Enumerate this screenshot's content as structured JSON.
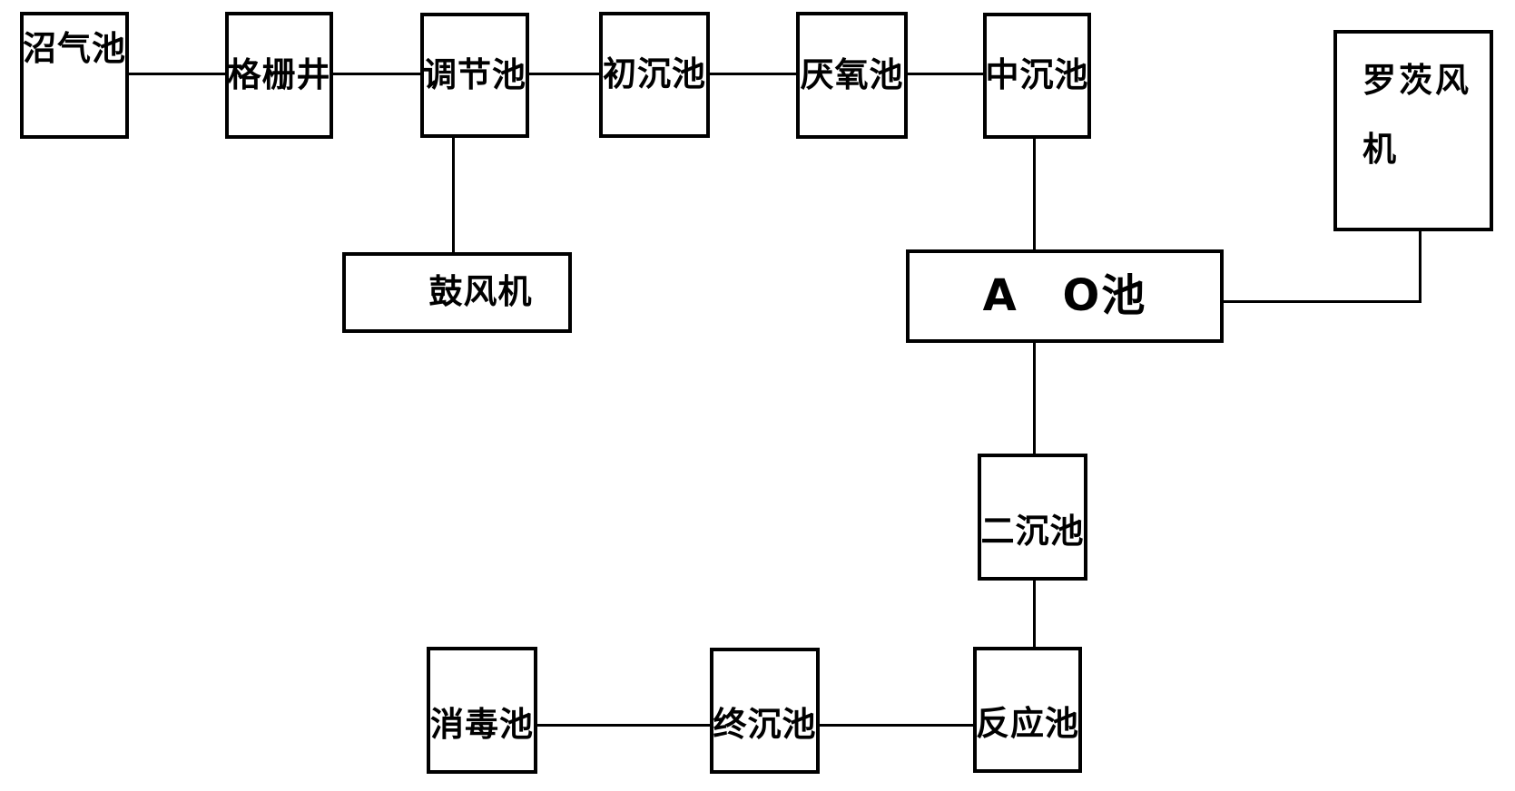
{
  "diagram": {
    "description": "Wastewater treatment process flow diagram",
    "background_color": "#ffffff",
    "line_color": "#000000",
    "nodes": [
      {
        "id": "biogas-pool",
        "label": "沼气池"
      },
      {
        "id": "grille-well",
        "label": "格栅井"
      },
      {
        "id": "regulating-pool",
        "label": "调节池"
      },
      {
        "id": "primary-settling-pool",
        "label": "初沉池"
      },
      {
        "id": "anaerobic-pool",
        "label": "厌氧池"
      },
      {
        "id": "middle-settling-pool",
        "label": "中沉池"
      },
      {
        "id": "roots-blower",
        "label": "罗茨风机"
      },
      {
        "id": "blower",
        "label": "鼓风机"
      },
      {
        "id": "ao-pool",
        "label": "A O池"
      },
      {
        "id": "secondary-settling-pool",
        "label": "二沉池"
      },
      {
        "id": "reaction-pool",
        "label": "反应池"
      },
      {
        "id": "final-settling-pool",
        "label": "终沉池"
      },
      {
        "id": "disinfection-pool",
        "label": "消毒池"
      }
    ],
    "edges": [
      {
        "from": "biogas-pool",
        "to": "grille-well"
      },
      {
        "from": "grille-well",
        "to": "regulating-pool"
      },
      {
        "from": "regulating-pool",
        "to": "primary-settling-pool"
      },
      {
        "from": "primary-settling-pool",
        "to": "anaerobic-pool"
      },
      {
        "from": "anaerobic-pool",
        "to": "middle-settling-pool"
      },
      {
        "from": "regulating-pool",
        "to": "blower"
      },
      {
        "from": "middle-settling-pool",
        "to": "ao-pool"
      },
      {
        "from": "roots-blower",
        "to": "ao-pool"
      },
      {
        "from": "ao-pool",
        "to": "secondary-settling-pool"
      },
      {
        "from": "secondary-settling-pool",
        "to": "reaction-pool"
      },
      {
        "from": "reaction-pool",
        "to": "final-settling-pool"
      },
      {
        "from": "final-settling-pool",
        "to": "disinfection-pool"
      }
    ]
  }
}
